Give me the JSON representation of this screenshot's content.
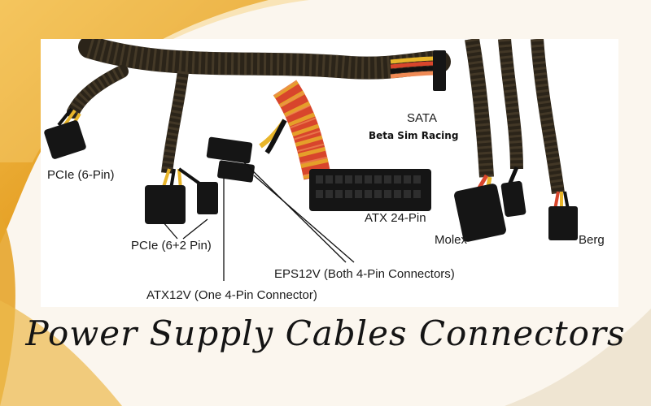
{
  "title": "Power Supply Cables Connectors",
  "watermark": "Beta Sim Racing",
  "labels": {
    "sata": "SATA",
    "pcie6": "PCIe (6-Pin)",
    "pcie62": "PCIe (6+2 Pin)",
    "atx24": "ATX 24-Pin",
    "molex": "Molex",
    "berg": "Berg",
    "eps12v": "EPS12V (Both 4-Pin Connectors)",
    "atx12v": "ATX12V (One 4-Pin Connector)"
  },
  "colors": {
    "accent_gold": "#e9a021",
    "accent_deep": "#c97410",
    "background": "#fbf6ee",
    "sleeve": "#2b2419",
    "wire_red": "#d8452c",
    "wire_yellow": "#e8b52a",
    "connector": "#151515"
  }
}
